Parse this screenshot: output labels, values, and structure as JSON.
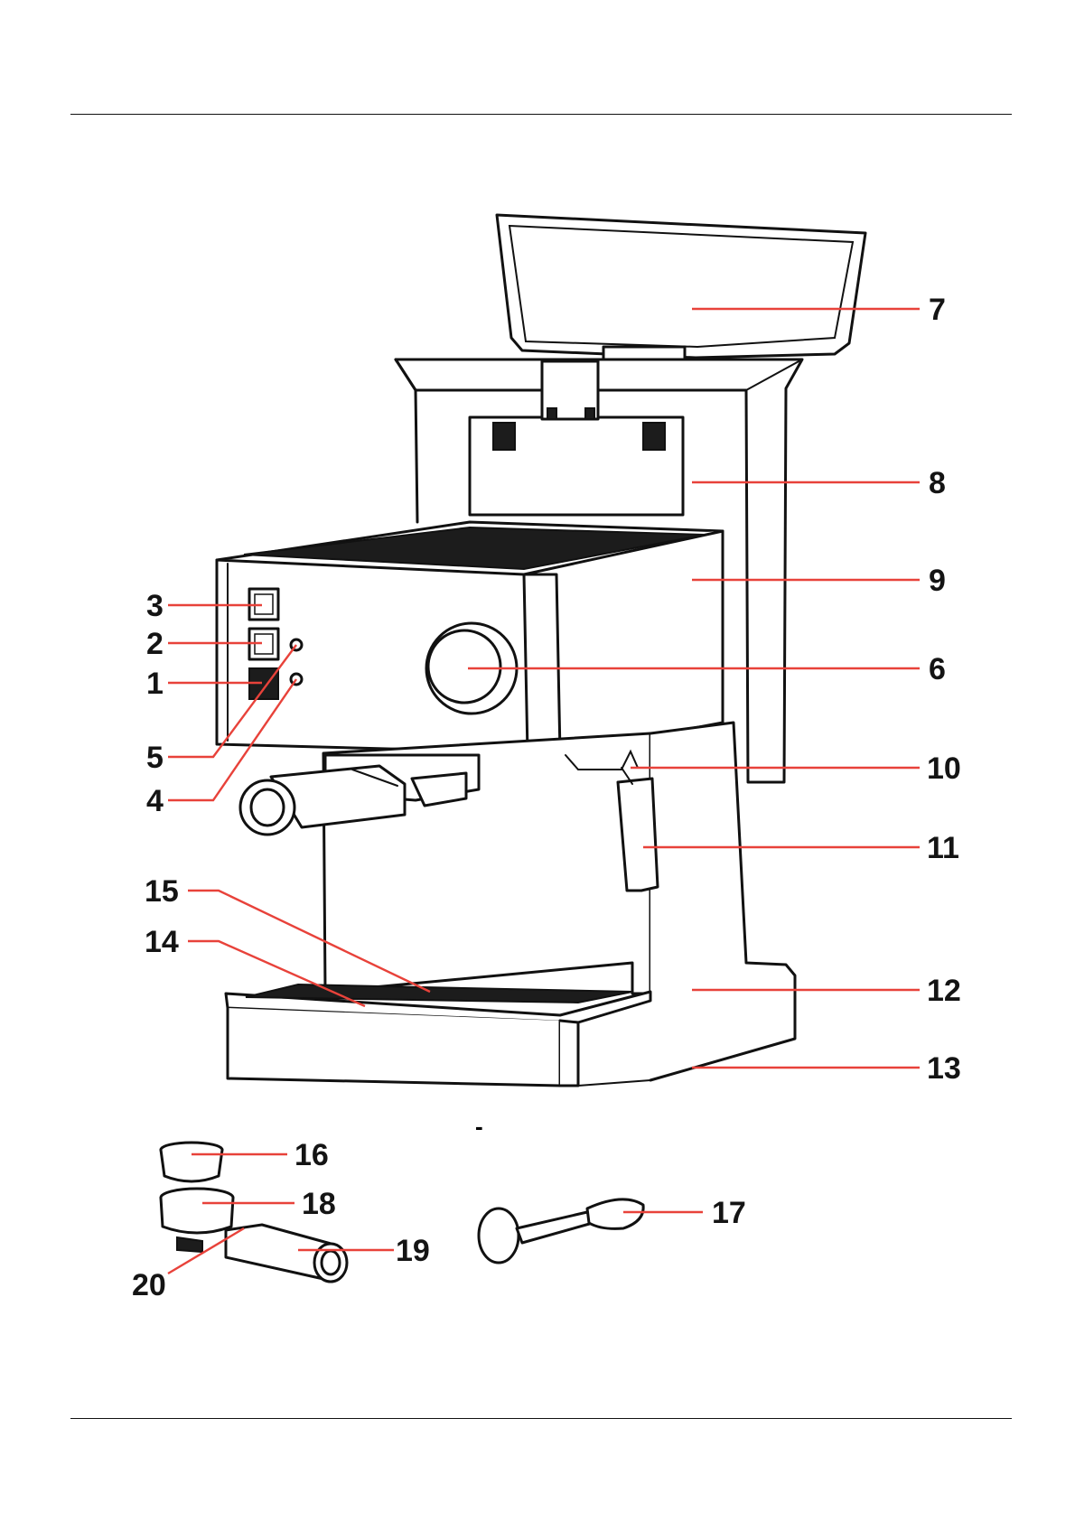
{
  "callouts": [
    {
      "label": "1"
    },
    {
      "label": "2"
    },
    {
      "label": "3"
    },
    {
      "label": "4"
    },
    {
      "label": "5"
    },
    {
      "label": "6"
    },
    {
      "label": "7"
    },
    {
      "label": "8"
    },
    {
      "label": "9"
    },
    {
      "label": "10"
    },
    {
      "label": "11"
    },
    {
      "label": "12"
    },
    {
      "label": "13"
    },
    {
      "label": "14"
    },
    {
      "label": "15"
    },
    {
      "label": "16"
    },
    {
      "label": "17"
    },
    {
      "label": "18"
    },
    {
      "label": "19"
    },
    {
      "label": "20"
    }
  ],
  "stray_mark": "-",
  "colors": {
    "callout_line": "#e8423a",
    "ink": "#111111",
    "background": "#ffffff"
  }
}
